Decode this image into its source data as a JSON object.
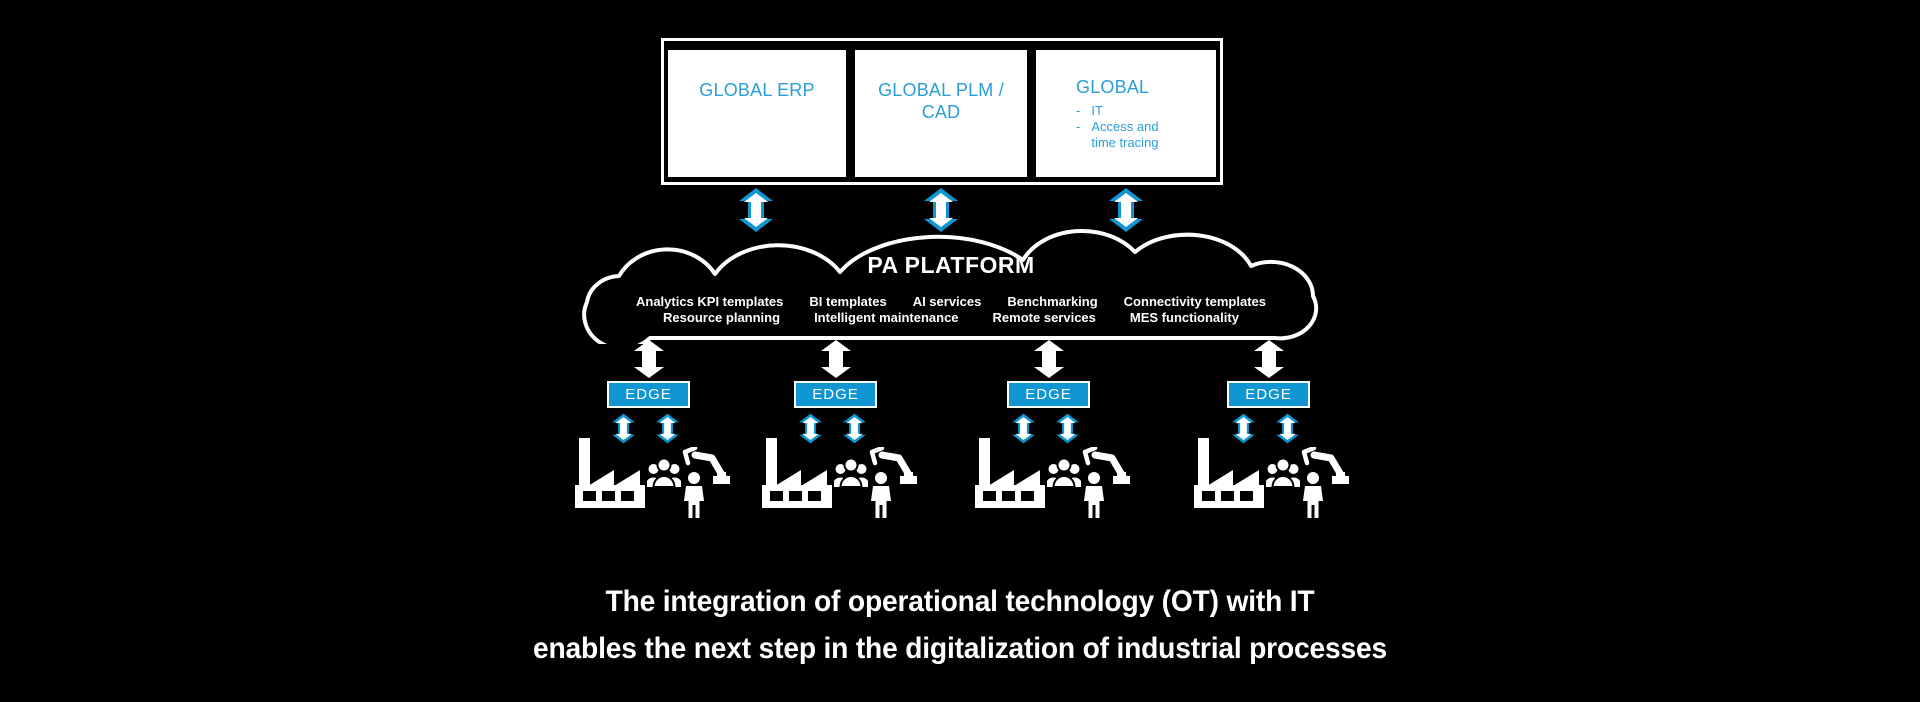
{
  "colors": {
    "background": "#000000",
    "accent_blue": "#1196d4",
    "box_text_blue": "#2b9ed9",
    "diagram_white": "#ffffff"
  },
  "top_row": {
    "bullet_marker": "-",
    "boxes": [
      {
        "lines": [
          "GLOBAL ERP"
        ]
      },
      {
        "lines": [
          "GLOBAL PLM /",
          "CAD"
        ]
      },
      {
        "lines": [
          "GLOBAL"
        ],
        "bullets": [
          "IT",
          "Access and time tracing"
        ]
      }
    ]
  },
  "cloud": {
    "title": "PA PLATFORM",
    "services_row1": [
      "Analytics KPI templates",
      "BI templates",
      "AI services",
      "Benchmarking",
      "Connectivity templates"
    ],
    "services_row2": [
      "Resource planning",
      "Intelligent maintenance",
      "Remote services",
      "MES functionality"
    ]
  },
  "edge": {
    "label": "EDGE"
  },
  "caption": {
    "line1": "The integration of operational technology (OT) with IT",
    "line2": "enables the next step in the digitalization of industrial processes"
  },
  "icons": {
    "blue_double_arrow": "blue-double-arrow-icon",
    "white_double_arrow": "white-double-arrow-icon",
    "factory": "factory-icon",
    "workers": "workers-icon",
    "robot_arm": "robot-arm-icon",
    "operator": "operator-icon",
    "cloud_shape": "cloud-icon"
  }
}
